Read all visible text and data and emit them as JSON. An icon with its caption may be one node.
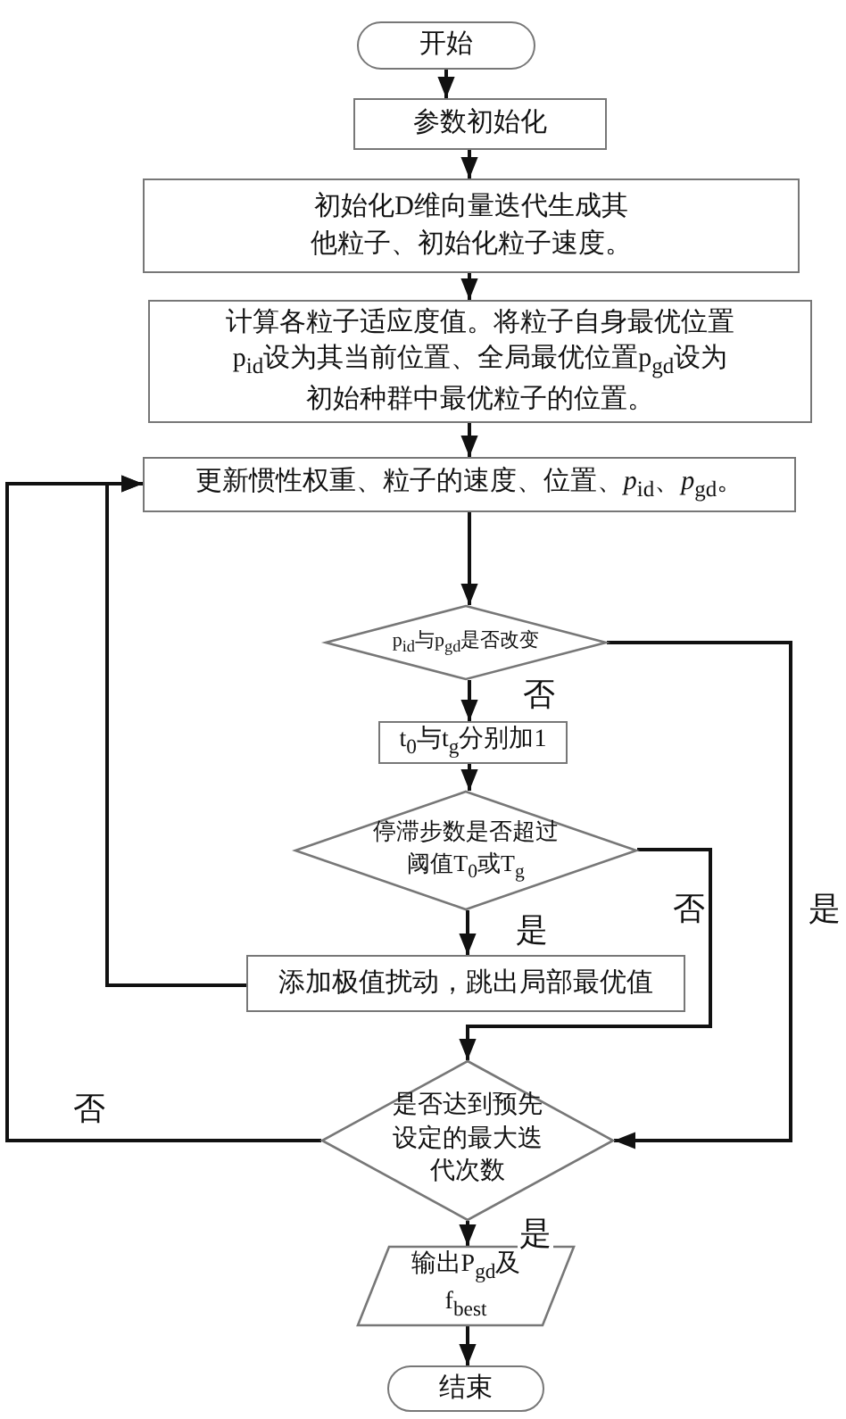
{
  "diagram": {
    "nodes": [
      {
        "text": [
          "开始"
        ]
      },
      {
        "text": [
          "参数初始化"
        ]
      },
      {
        "text": [
          "初始化D维向量迭代生成其他粒子、初始化粒子速度。"
        ]
      },
      {
        "text": [
          "计算各粒子适应度值。将粒子自身最优位置p$_{id}$设为其当前位置、全局最优位置p$_{gd}$设为初始种群中最优粒子的位置。"
        ]
      },
      {
        "text": [
          "更新惯性权重、粒子的速度、位置、*p*$_{id}$、*p*$_{gd}$。"
        ]
      },
      {
        "text": [
          "p$_{id}$与p$_{gd}$是否改变"
        ]
      },
      {
        "text": [
          "t$_{0}$与t$_{g}$分别加1"
        ]
      },
      {
        "text": [
          "停滞步数是否超过阈值T$_{0}$或T$_{g}$"
        ]
      },
      {
        "text": [
          "添加极值扰动，跳出局部最优值"
        ]
      },
      {
        "text": [
          "是否达到预先设定的最大迭代次数"
        ]
      },
      {
        "text": [
          "输出P$_{gd}$及f$_{best}$"
        ]
      },
      {
        "text": [
          "结束"
        ]
      }
    ],
    "edges": [
      {
        "from": 0,
        "to": 1,
        "arrow": "to"
      },
      {
        "from": 1,
        "to": 2,
        "arrow": "to"
      },
      {
        "from": 2,
        "to": 3,
        "arrow": "to"
      },
      {
        "from": 3,
        "to": 4,
        "arrow": "to"
      },
      {
        "from": 4,
        "to": 5,
        "arrow": "to"
      },
      {
        "from": 5,
        "to": 6,
        "arrow": "to",
        "label": "否"
      },
      {
        "from": 6,
        "to": 7,
        "arrow": "to"
      },
      {
        "from": 7,
        "to": 8,
        "arrow": "to",
        "label": "是"
      },
      {
        "from": 7,
        "to": 9,
        "arrow": "to",
        "label": "否"
      },
      {
        "from": 5,
        "to": 9,
        "arrow": "to",
        "label": "是"
      },
      {
        "from": 8,
        "to": 4,
        "arrow": "to"
      },
      {
        "from": 9,
        "to": 4,
        "arrow": "to",
        "label": "否"
      },
      {
        "from": 9,
        "to": 10,
        "arrow": "to",
        "label": "是"
      },
      {
        "from": 10,
        "to": 11,
        "arrow": "to"
      }
    ]
  }
}
